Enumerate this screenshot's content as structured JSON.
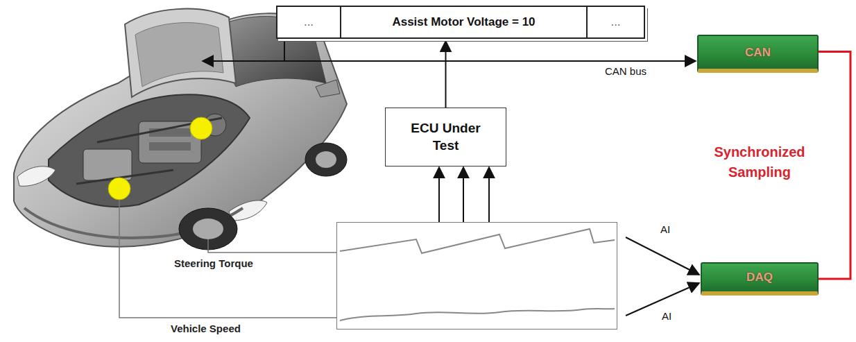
{
  "diagram": {
    "nodes": [
      {
        "text": [
          "...",
          "Assist Motor Voltage = 10",
          "..."
        ]
      },
      {
        "text": [
          "CAN"
        ]
      },
      {
        "text": [
          "ECU Under Test"
        ]
      },
      {
        "text": [
          "Steering Torque",
          "Vehicle Speed"
        ]
      },
      {
        "text": [
          "DAQ"
        ]
      }
    ],
    "edges": [
      {
        "from": 2,
        "to": 0,
        "arrow": "to"
      },
      {
        "from": 0,
        "to": 1,
        "arrow": "to"
      },
      {
        "from": 3,
        "to": 2,
        "arrow": "to"
      },
      {
        "from": 3,
        "to": 2,
        "arrow": "to"
      },
      {
        "from": 3,
        "to": 2,
        "arrow": "to"
      },
      {
        "from": 3,
        "to": 4,
        "label": "AI",
        "arrow": "to"
      },
      {
        "from": 3,
        "to": 4,
        "label": "AI",
        "arrow": "to"
      },
      {
        "from": 1,
        "to": 4,
        "label": "Synchronized Sampling",
        "arrow": "none"
      }
    ],
    "labels": [
      "CAN bus"
    ]
  }
}
